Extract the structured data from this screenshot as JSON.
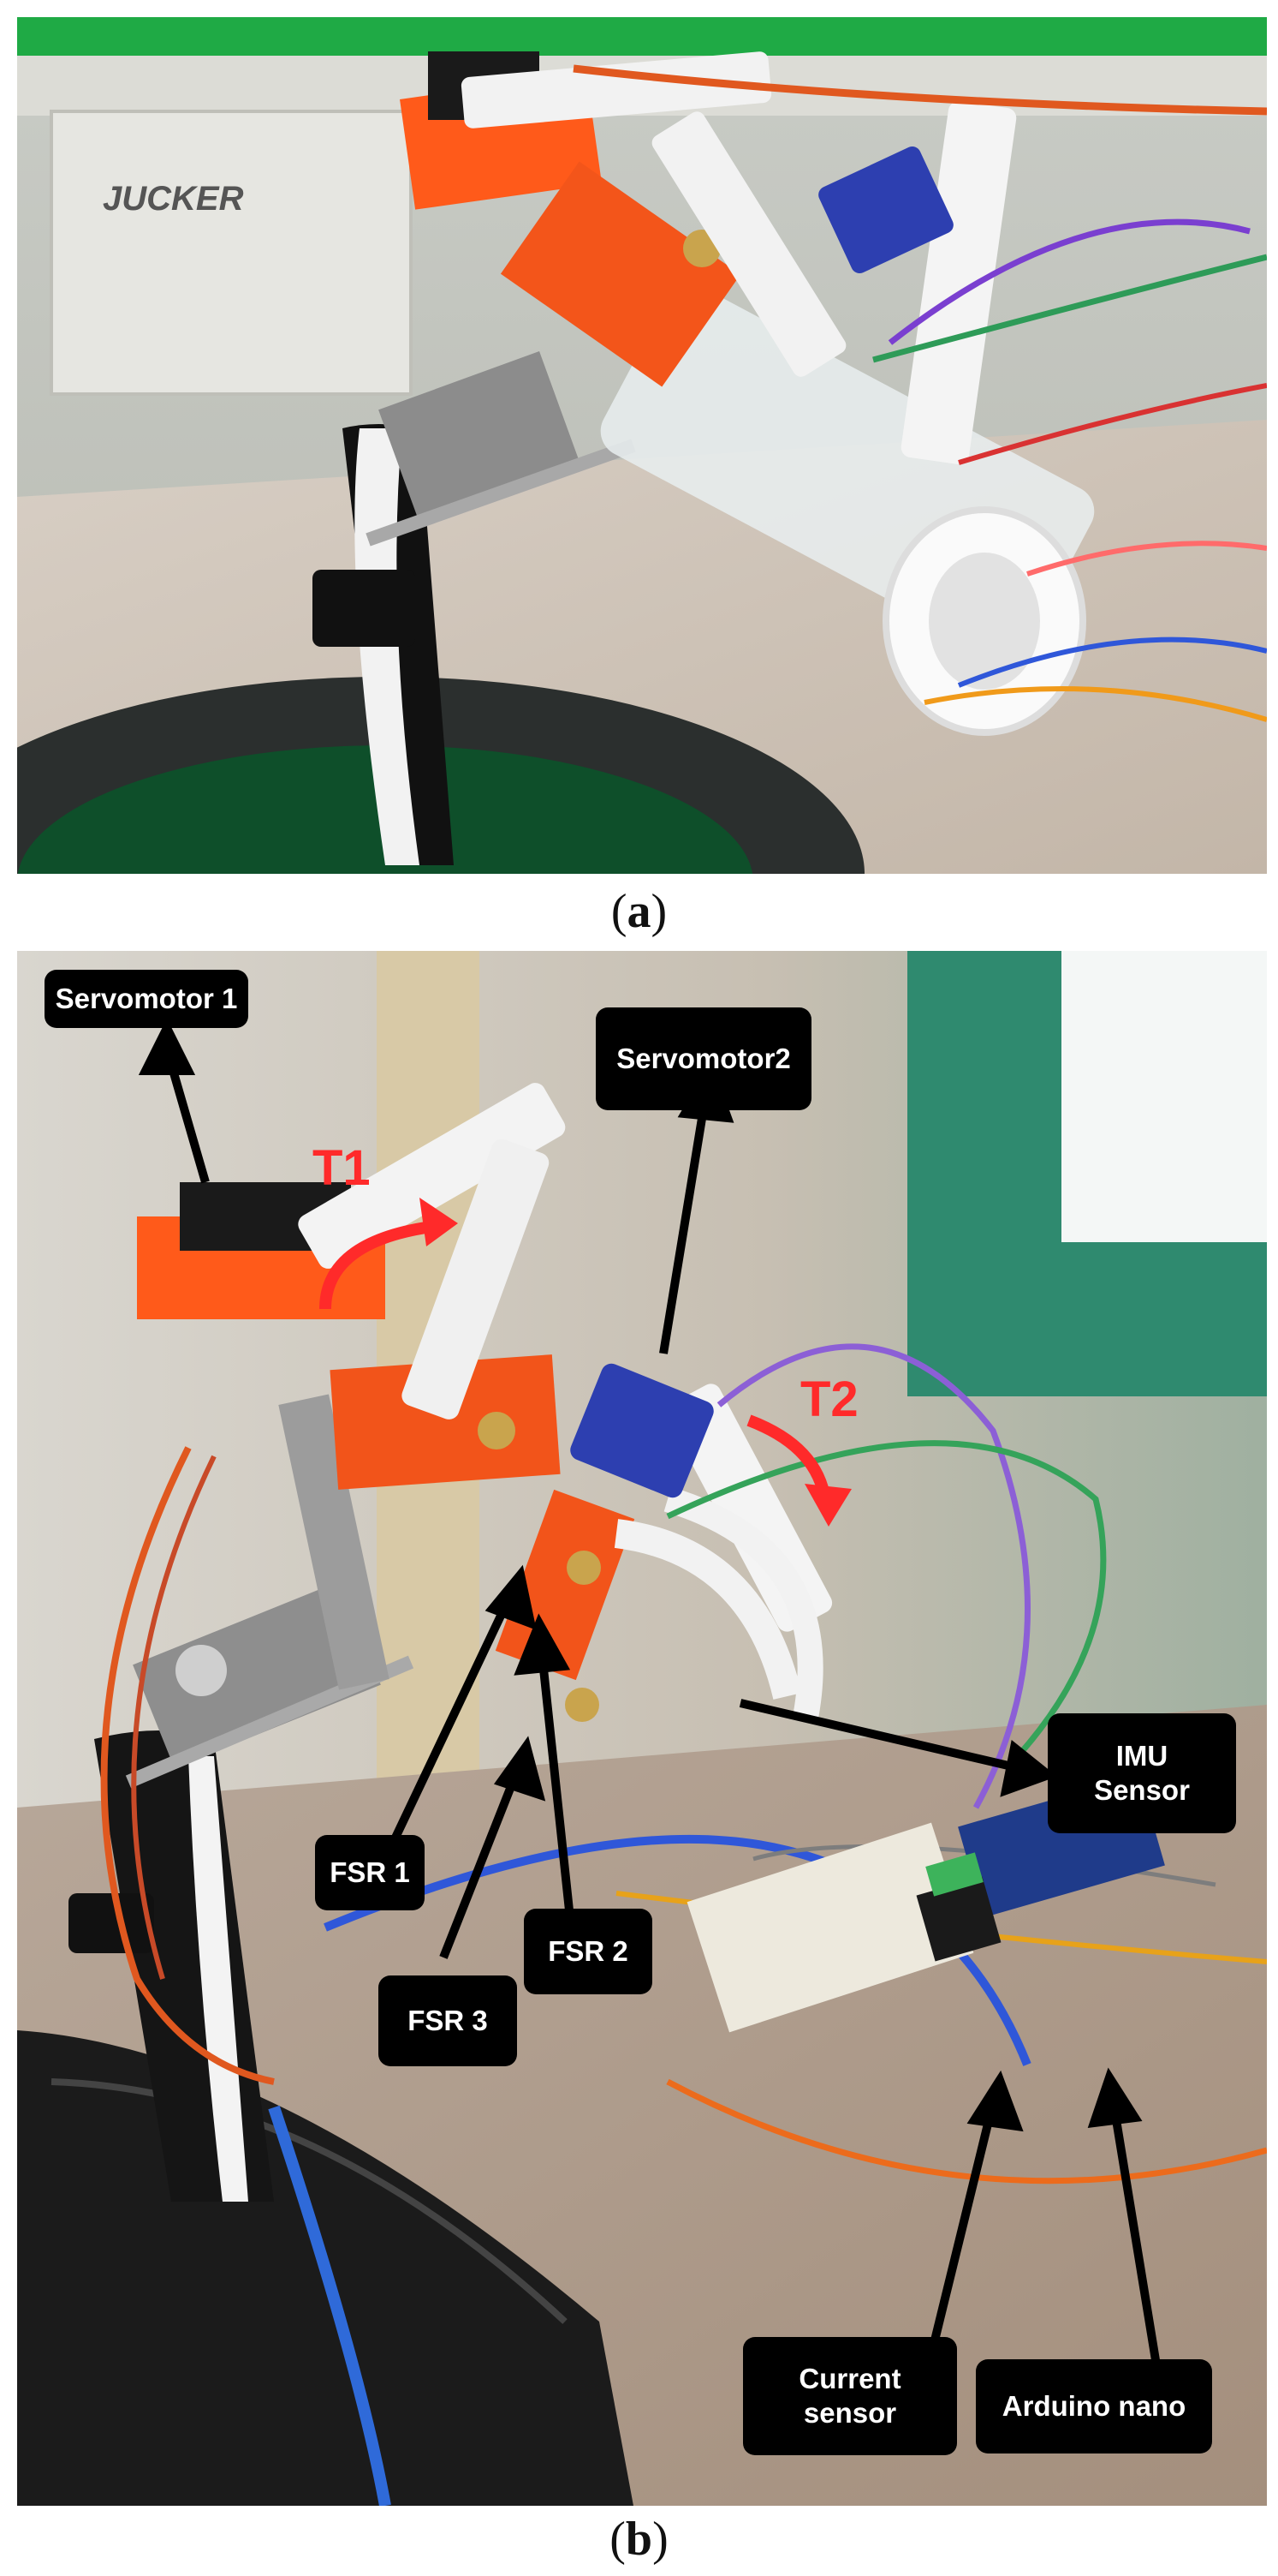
{
  "figure": {
    "panel_a": {
      "caption_prefix": "(",
      "caption_letter": "a",
      "caption_suffix": ")"
    },
    "panel_b": {
      "caption_prefix": "(",
      "caption_letter": "b",
      "caption_suffix": ")",
      "labels": {
        "servomotor1": "Servomotor 1",
        "servomotor2": "Servomotor2",
        "imu_line1": "IMU",
        "imu_line2": "Sensor",
        "fsr1": "FSR 1",
        "fsr2": "FSR 2",
        "fsr3": "FSR 3",
        "current_line1": "Current",
        "current_line2": "sensor",
        "arduino": "Arduino nano"
      },
      "torques": {
        "t1": "T1",
        "t2": "T2"
      }
    },
    "background_brand": "JUCKER"
  },
  "colors": {
    "orange_print": "#ff5a1a",
    "white_print": "#f2f2f2",
    "servo_blue": "#2d3fb0",
    "label_bg": "#000000",
    "arrow_red": "#ff2a2a"
  }
}
